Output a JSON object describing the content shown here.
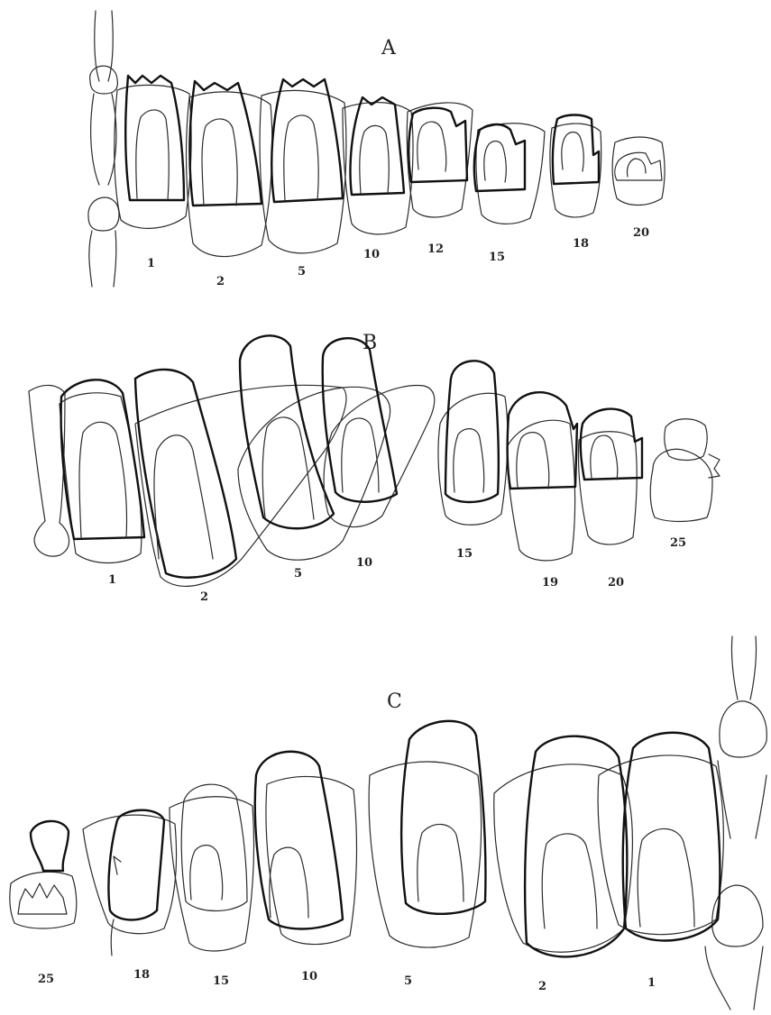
{
  "panels": [
    {
      "letter": "A",
      "stages": [
        "1",
        "2",
        "5",
        "10",
        "12",
        "15",
        "18",
        "20"
      ]
    },
    {
      "letter": "B",
      "stages": [
        "1",
        "2",
        "5",
        "10",
        "15",
        "19",
        "20",
        "25"
      ]
    },
    {
      "letter": "C",
      "stages": [
        "25",
        "18",
        "15",
        "10",
        "5",
        "2",
        "1"
      ]
    }
  ],
  "stroke_color": "#111111",
  "background": "#ffffff"
}
